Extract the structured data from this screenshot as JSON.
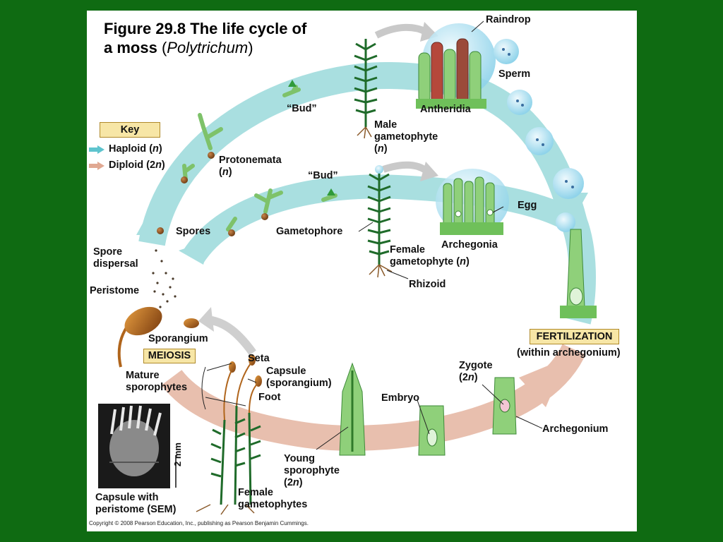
{
  "title": {
    "line1": "Figure 29.8  The life cycle of",
    "line2_main": "a moss",
    "line2_paren_open": " (",
    "line2_species": "Polytrichum",
    "line2_paren_close": ")"
  },
  "key": {
    "title": "Key",
    "haploid_label": "Haploid (",
    "haploid_n": "n",
    "haploid_close": ")",
    "diploid_label": "Diploid (2",
    "diploid_n": "n",
    "diploid_close": ")",
    "haploid_color": "#5ec4ce",
    "diploid_color": "#e0a892"
  },
  "labels": {
    "raindrop": "Raindrop",
    "sperm": "Sperm",
    "antheridia": "Antheridia",
    "bud_top": "“Bud”",
    "male_gametophyte_1": "Male",
    "male_gametophyte_2": "gametophyte",
    "male_gametophyte_3a": "(",
    "male_gametophyte_3n": "n",
    "male_gametophyte_3b": ")",
    "protonemata": "Protonemata",
    "protonemata_n_a": "(",
    "protonemata_n": "n",
    "protonemata_n_b": ")",
    "bud_mid": "“Bud”",
    "egg": "Egg",
    "spores": "Spores",
    "gametophore": "Gametophore",
    "archegonia": "Archegonia",
    "female_gametophyte_1": "Female",
    "female_gametophyte_2a": "gametophyte (",
    "female_gametophyte_2n": "n",
    "female_gametophyte_2b": ")",
    "rhizoid": "Rhizoid",
    "spore_dispersal": "Spore\ndispersal",
    "peristome": "Peristome",
    "sporangium": "Sporangium",
    "meiosis": "MEIOSIS",
    "seta": "Seta",
    "capsule": "Capsule\n(sporangium)",
    "foot": "Foot",
    "mature_sporophytes": "Mature\nsporophytes",
    "fertilization": "FERTILIZATION",
    "within_archegonium": "(within archegonium)",
    "zygote_1": "Zygote",
    "zygote_2a": "(2",
    "zygote_2n": "n",
    "zygote_2b": ")",
    "embryo": "Embryo",
    "archegonium": "Archegonium",
    "young_sporophyte_1": "Young",
    "young_sporophyte_2": "sporophyte",
    "young_sporophyte_3a": "(2",
    "young_sporophyte_3n": "n",
    "young_sporophyte_3b": ")",
    "female_gametophytes": "Female\ngametophytes",
    "capsule_sem": "Capsule with\nperistome (SEM)",
    "scale": "2 mm"
  },
  "copyright": "Copyright © 2008 Pearson Education, Inc., publishing as Pearson Benjamin Cummings.",
  "colors": {
    "background": "#0f6b12",
    "haploid_path": "#a9dfe0",
    "diploid_path": "#e8bfae",
    "plant_green": "#2f8a3a",
    "cell_green": "#8fd07a",
    "drop_blue": "#bfe6f2",
    "capsule_brown": "#b0651c",
    "label_box": "#f7e6a6"
  }
}
